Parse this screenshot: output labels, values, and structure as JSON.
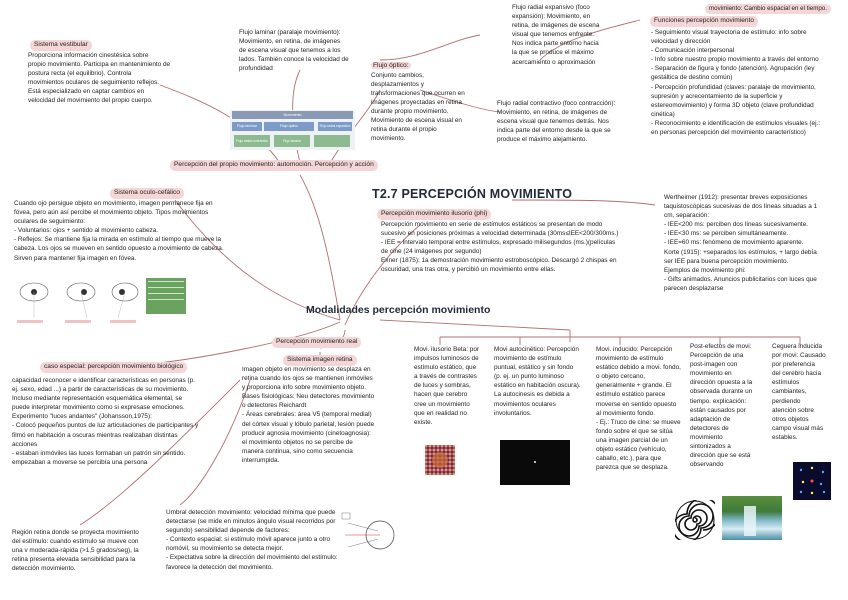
{
  "title": "T2.7 PERCEPCIÓN MOVIMIENTO",
  "center": "Modalidades percepción movimiento",
  "top_section": {
    "header": "Percepción del propio movimiento: automoción. Percepción y acción",
    "vestibular_title": "Sistema vestibular",
    "vestibular_text": "Proporciona información cinestésica sobre\npropio movimiento. Participa en mantenimiento de\npostura recta  (el equilibrio). Controla\nmovimientos oculares de seguimiento reflejos.\nEstá especializado en captar cambios en\nvelocidad del movimiento del propio cuerpo.",
    "laminar_text": "Flujo laminar (paralaje movimiento):\nMovimiento, en retina, de imágenes\nde escena visual que tenemos a los\nlados. También conoce la velocidad de\nprofundidad",
    "optico_title": "Flujo óptico:",
    "optico_text": "Conjunto cambios,\ndesplazamientos y\ntransformaciones que ocurren en\nimágenes proyectadas en retina\ndurante propio movimiento.\nMovimiento de escena visual en\nretina durante el propio\nmovimiento.",
    "expansivo_text": "Flujo radial expansivo (foco\nexpansión): Movimiento, en\nretina, de imágenes de escena\nvisual que tenemos enfrente.\nNos indica parte entorno hacia\nla que se produce el máximo\nacercamiento o aproximación",
    "contractivo_text": "Flujo radial contractivo (foco contracción):\nMovimiento, en retina, de imágenes de\nescena visual que tenemos detrás. Nos\nindica parte del entorno desde la que se\nproduce el máximo alejamiento.",
    "diagram_labels": [
      "Movimiento",
      "Flujo óptico",
      "Flujo laminar",
      "Flujo radial expansivo",
      "Flujo radial contractivo",
      "Flujo laminar"
    ]
  },
  "functions": {
    "tag": "movimiento: Cambio espacial en el tiempo.",
    "title": "Funciones percepción movimiento",
    "text": "- Seguimiento visual trayectoria de estímulo: info sobre\nvelocidad y dirección\n- Comunicación interpersonal\n- Info sobre nuestro propio movimiento a través del entorno\n- Separación de figura y fondo (atención). Agrupación (ley\ngestáltica de destino común)\n- Percepción profundidad (claves: paralaje de movimiento,\nsupresión y acrecentamiento de la superficie y\nestereomovimiento) y forma 3D objeto (clave profundidad\ncinética)\n- Reconocimiento e identificación de estímulos visuales (ej.:\nen personas percepción del movimiento característico)"
  },
  "oculo": {
    "title": "Sistema oculo-cefálico",
    "text": "Cuando ojo persigue objeto en movimiento,  imagen permanece fija en\nfóvea, pero aún así percibe el movimiento objeto. Tipos movimientos\noculares de seguimiento:\n- Voluntarios: ojos + sentido al movimiento cabeza.\n- Reflejos: Se mantiene fija la mirada en estímulo al tiempo que mueve la\ncabeza. Los ojos se mueven en sentido opuesto a movimiento de cabeza.\nSirven para mantener fija imagen en fóvea."
  },
  "ilusorio": {
    "title": "Percepción movimiento ilusorio (phi)",
    "text": "Percepción movimiento en serie de estímulos estáticos se presentan de modo\nsucesivo en posiciones próximas a velocidad determinada (30ms≤IEE<200/300ms.)\n- IEE = Intervalo temporal entre estímulos, expresado milisegundos (ms.)(películas\nde cine (24 imágenes por segundo)\nExner (1875): 1a demostración movimiento estroboscópico. Descargó 2 chispas en\noscuridad, una tras otra, y percibió un movimiento entre ellas."
  },
  "wertheimer": {
    "text": "Wertheimer (1912): presentar breves exposiciones\ntaquistoscópicas sucesivas de dos líneas situadas a 1\ncm, separación:\n- IEE<200 ms: perciben dos líneas sucesivamente.\n- IEE<30 ms: se perciben simultáneamente.\n- IEE=60 ms: fenómeno de movimiento aparente.\nKorte (1915): +separados los estímulos, + largo debía\nser IEE para buena percepción movimiento.\nEjemplos de movimiento phi:\n- Gifts animados. Anuncios publicitarios con luces que\nparecen desplazarse"
  },
  "biologico": {
    "title": "caso especial: percepción movimiento biológico",
    "text": "capacidad reconocer e identificar características en personas (p.\nej. sexo, edad ...) a partir de características de su movimiento.\nIncluso mediante representación esquemática elemental, se\npuede interpretar movimiento como si expresase emociones.\nExperimento \"luces andantes\" (Johansson,1975):\n- Colocó pequeños puntos de luz articulaciones de participantes y\nfilmó en habitación a oscuras mientras realizaban distintas\nacciones\n- estaban inmóviles las luces formaban un patrón sin sentido.\nempezaban a moverse se percibía una persona"
  },
  "real": {
    "title": "Percepción movimiento real",
    "sub": "Sistema imagen retina",
    "text": "Imagen objeto en movimiento se desplaza en\nretina cuando los ojos se mantienen inmóviles\ny proporciona info sobre movimiento objeto.\nBases fisiológicas: Neu detectores movimiento\no detectores Reichardt\n- Áreas cerebrales: área V5 (temporal medial)\ndel córtex visual y lóbulo parietal, lesión puede\nproducir agnosia movimiento (cinetoagnosia):\nel movimiento objetos no se percibe de\nmanera continua, sino como secuencia\ninterrumpida."
  },
  "beta": {
    "text": "Movi. ilusorio Beta: por\nimpulsos luminosos de\nestímulo estático, que\na través de contrastes\nde luces y sombras,\nhacen que cerebro\ncree un movimiento\nque en realidad no\nexiste."
  },
  "autocinetico": {
    "text": "Movi autocinético: Percepción\nmovimiento de estímulo\npuntual, estático y sin fondo\n(p. ej. un punto luminoso\nestático en habitación oscura).\nLa autocinesis es debida a\nmovimientos oculares\ninvoluntarios."
  },
  "inducido": {
    "text": "Movi. inducido: Percepción\nmovimiento de estímulo\nestático debido a movi. fondo,\no objeto cercano,\ngeneralmente + grande. El\nestímulo estático parece\nmoverse en sentido opuesto\nal movimiento fondo.\n- Ej.: Truco de cine: se mueve\nfondo sobre el que se sitúa\nuna imagen parcial de un\nobjeto estático (vehículo,\ncaballo, etc.), para que\nparezca que se desplaza."
  },
  "postefectos": {
    "text": "Post-efectos de movi:\nPercepción de una\npost-imagen con\nmovimiento en\ndirección opuesta a la\nobservada durante un\ntiempo. explicación:\nestán causados por\nadaptación de\ndetectores de\nmovimiento\nsintonizados a\ndirección que se está\nobservando"
  },
  "ceguera": {
    "text": "Ceguera inducida\npor movi: Causado\npor preferencia\ndel cerebro hacia\nestímulos\ncambiantes,\nperdiendo\natención sobre\notros objetos\ncampo visual más\nestables."
  },
  "bottom": {
    "region_text": "Región retina donde se proyecta movimiento\ndel estímulo: cuando estímulo se mueve con\nuna v moderada-rápida (>1,5 grados/seg), la\nretina presenta elevada sensibilidad para la\ndetección movimiento.",
    "umbral_text": "Umbral detección movimiento: velocidad mínima que puede\ndetectarse (se mide en minutos ángulo visual recorridos por\nsegundo) sensibilidad depende de factores:\n- Contexto espacial: si estímulo móvil aparece junto a otro\nnomóvil, su movimiento se detecta mejor.\n- Expectativa sobre la dirección del movimiento del estímulo:\nfavorece la detección del movimiento."
  },
  "colors": {
    "pill": "#f4d6d6",
    "line": "#b06f6f",
    "diagram_top": "#8a9ab5",
    "diagram_mid": "#7d9bc7",
    "diagram_green": "#8dbb8f"
  }
}
